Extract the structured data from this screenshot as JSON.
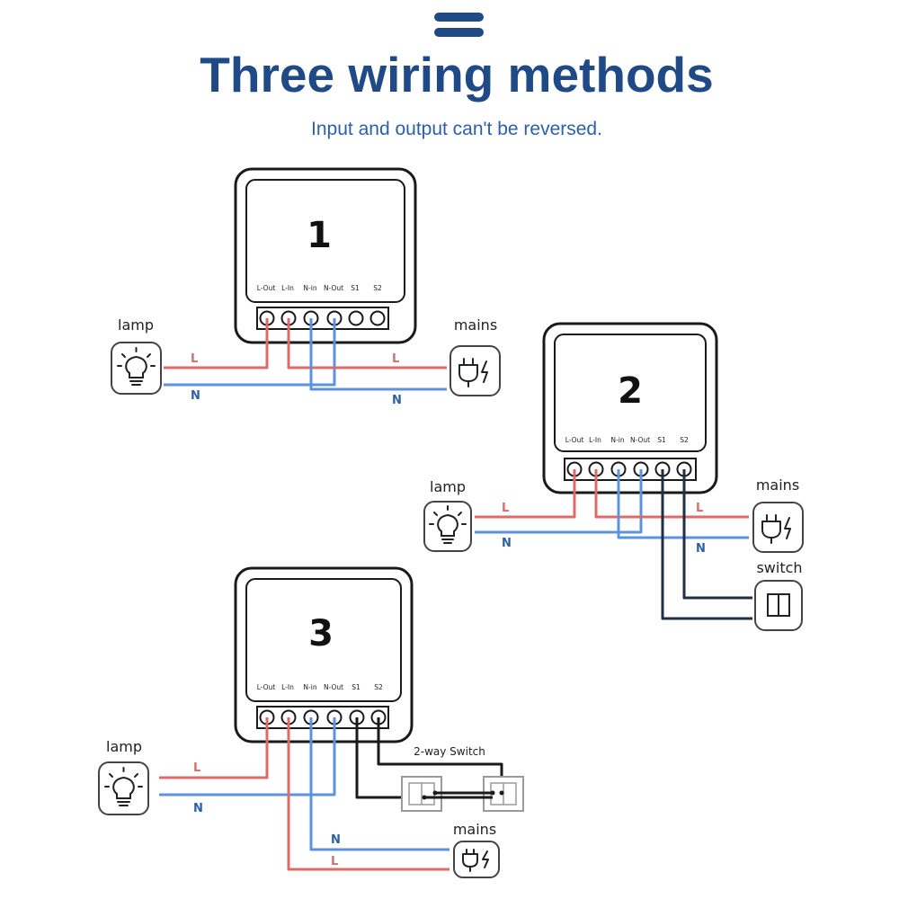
{
  "header": {
    "title": "Three wiring methods",
    "subtitle": "Input and output can't be reversed."
  },
  "colors": {
    "navy": "#1f4a86",
    "subtitle": "#2d5fa6",
    "live": "#e06a6a",
    "neutral": "#5b93dd",
    "switch_wire": "#1f2f45",
    "outline": "#1a1a1a"
  },
  "terminal_labels": [
    "L-Out",
    "L-In",
    "N-in",
    "N-Out",
    "S1",
    "S2"
  ],
  "diagrams": [
    {
      "number": "1",
      "lamp_label": "lamp",
      "mains_label": "mains",
      "wire_labels": {
        "lamp_live": "L",
        "lamp_neutral": "N",
        "mains_live": "L",
        "mains_neutral": "N"
      }
    },
    {
      "number": "2",
      "lamp_label": "lamp",
      "mains_label": "mains",
      "switch_label": "switch",
      "wire_labels": {
        "lamp_live": "L",
        "lamp_neutral": "N",
        "mains_live": "L",
        "mains_neutral": "N"
      }
    },
    {
      "number": "3",
      "lamp_label": "lamp",
      "mains_label": "mains",
      "switch_label": "2-way Switch",
      "wire_labels": {
        "lamp_live": "L",
        "lamp_neutral": "N",
        "mains_live": "L",
        "mains_neutral": "N"
      }
    }
  ],
  "icons": {
    "lamp": "lightbulb-icon",
    "mains": "power-plug-icon",
    "switch": "wall-switch-icon",
    "two_way_switch": "two-way-switch-icon",
    "header": "menu-bars-icon"
  }
}
